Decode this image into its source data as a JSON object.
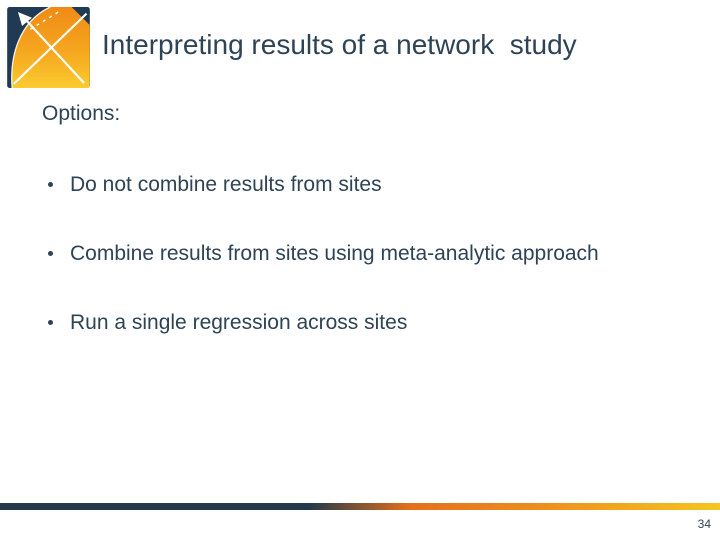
{
  "slide": {
    "title": "Interpreting results of a network  study",
    "section_label": "Options:",
    "bullets": [
      "Do not combine results from sites",
      "Combine results from sites using meta-analytic approach",
      "Run a single regression across sites"
    ],
    "page_number": "34",
    "logo": "ohdsi-logo",
    "colors": {
      "text": "#2F4356",
      "navy": "#1F3A52",
      "orange": "#EE7D1A",
      "gold": "#F5C520"
    }
  }
}
